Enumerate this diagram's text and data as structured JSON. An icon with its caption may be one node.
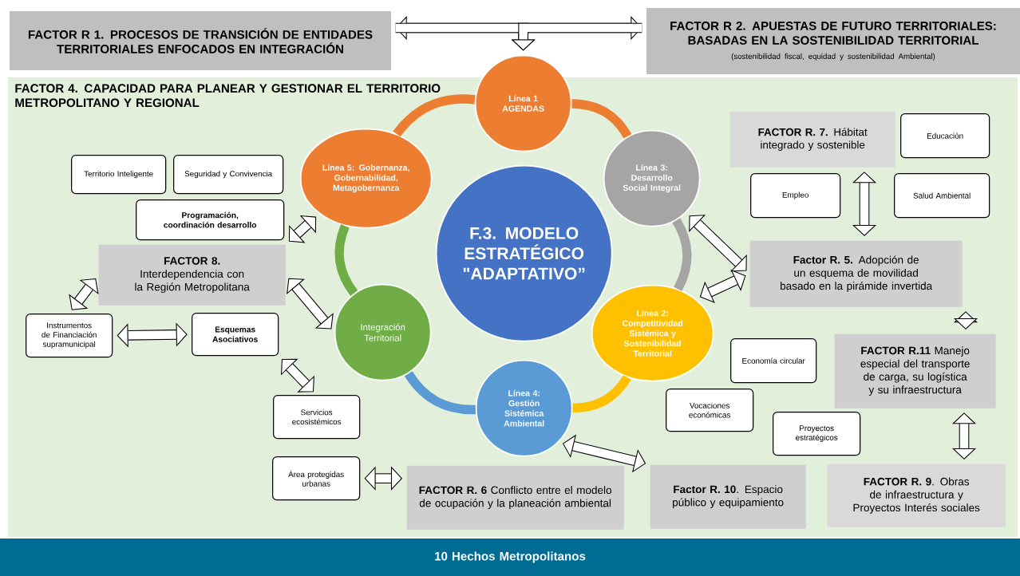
{
  "diagram": {
    "nodes": [
      {
        "text": [
          "FACTOR R 1. PROCESOS DE TRANSICIÓN DE ENTIDADES TERRITORIALES ENFOCADOS EN INTEGRACIÓN"
        ]
      },
      {
        "text": [
          "FACTOR R 2. APUESTAS DE FUTURO TERRITORIALES: BASADAS EN LA SOSTENIBILIDAD TERRITORIAL",
          "(sostenibilidad fiscal, equidad y sostenibilidad Ambiental)"
        ]
      },
      {
        "text": [
          "FACTOR 4. CAPACIDAD PARA PLANEAR Y GESTIONAR EL TERRITORIO METROPOLITANO Y REGIONAL"
        ]
      },
      {
        "text": [
          "Línea 1 AGENDAS"
        ],
        "in": 2
      },
      {
        "text": [
          "Línea 5: Gobernanza, Gobernabilidad, Metagobernanza"
        ],
        "in": 2
      },
      {
        "text": [
          "Línea 3: Desarrollo Social Integral"
        ],
        "in": 2
      },
      {
        "text": [
          "F.3. MODELO ESTRATÉGICO \"ADAPTATIVO”"
        ],
        "in": 2
      },
      {
        "text": [
          "Integración Territorial"
        ],
        "in": 2
      },
      {
        "text": [
          "Línea 2: Competitividad Sistémica y Sostenibilidad Territorial"
        ],
        "in": 2
      },
      {
        "text": [
          "Línea 4: Gestión Sistémica Ambiental"
        ],
        "in": 2
      },
      {
        "text": [
          "Territorio Inteligente"
        ],
        "in": 2
      },
      {
        "text": [
          "Seguridad y Convivencia"
        ],
        "in": 2
      },
      {
        "text": [
          "Programación, coordinación desarrollo"
        ],
        "in": 2
      },
      {
        "text": [
          "**FACTOR R. 7.** Hábitat integrado y sostenible"
        ],
        "in": 2
      },
      {
        "text": [
          "Educación"
        ],
        "in": 2
      },
      {
        "text": [
          "Empleo"
        ],
        "in": 2
      },
      {
        "text": [
          "Salud Ambiental"
        ],
        "in": 2
      },
      {
        "text": [
          "FACTOR 8.",
          "Interdependencia con la Región Metropolitana"
        ],
        "in": 2
      },
      {
        "text": [
          "**Factor R. 5.** Adopción de un esquema de movilidad basado en la pirámide invertida"
        ],
        "in": 2
      },
      {
        "text": [
          "Instrumentos de Financiación supramunicipal"
        ],
        "in": 2
      },
      {
        "text": [
          "Esquemas Asociativos"
        ],
        "in": 2
      },
      {
        "text": [
          "**FACTOR R.11** Manejo especial del transporte de carga, su logística y su infraestructura"
        ],
        "in": 2
      },
      {
        "text": [
          "Economía circular"
        ],
        "in": 2
      },
      {
        "text": [
          "Servicios ecosistémicos"
        ],
        "in": 2
      },
      {
        "text": [
          "Vocaciones económicas"
        ],
        "in": 2
      },
      {
        "text": [
          "Proyectos estratégicos"
        ],
        "in": 2
      },
      {
        "text": [
          "Área protegidas urbanas"
        ],
        "in": 2
      },
      {
        "text": [
          "**FACTOR R. 6** Conflicto entre el modelo de ocupación y la planeación ambiental"
        ],
        "in": 2
      },
      {
        "text": [
          "**Factor R. 10**. Espacio público y equipamiento"
        ],
        "in": 2
      },
      {
        "text": [
          "**FACTOR R. 9**. Obras de infraestructura y Proyectos Interés sociales"
        ],
        "in": 2
      },
      {
        "text": [
          "10 Hechos Metropolitanos"
        ]
      }
    ],
    "edges": [
      {
        "from": 0,
        "to": 1,
        "arrow": "both"
      },
      {
        "from": 0,
        "to": 3,
        "arrow": "to"
      },
      {
        "from": 1,
        "to": 3,
        "arrow": "to"
      },
      {
        "from": 3,
        "to": 5,
        "arrow": "none",
        "color": "#ed7d31"
      },
      {
        "from": 5,
        "to": 8,
        "arrow": "none",
        "color": "#a5a5a5"
      },
      {
        "from": 8,
        "to": 9,
        "arrow": "none",
        "color": "#ffc000"
      },
      {
        "from": 9,
        "to": 7,
        "arrow": "none",
        "color": "#5b9bd5"
      },
      {
        "from": 7,
        "to": 4,
        "arrow": "none",
        "color": "#70ad47"
      },
      {
        "from": 4,
        "to": 3,
        "arrow": "none",
        "color": "#ed7d31"
      },
      {
        "from": 17,
        "to": 4,
        "arrow": "both"
      },
      {
        "from": 17,
        "to": 7,
        "arrow": "both"
      },
      {
        "from": 19,
        "to": 17,
        "arrow": "both"
      },
      {
        "from": 19,
        "to": 20,
        "arrow": "both"
      },
      {
        "from": 20,
        "to": 23,
        "arrow": "both"
      },
      {
        "from": 26,
        "to": 27,
        "arrow": "both"
      },
      {
        "from": 5,
        "to": 18,
        "arrow": "both"
      },
      {
        "from": 8,
        "to": 18,
        "arrow": "both"
      },
      {
        "from": 13,
        "to": 18,
        "arrow": "both"
      },
      {
        "from": 18,
        "to": 21,
        "arrow": "both"
      },
      {
        "from": 21,
        "to": 29,
        "arrow": "both"
      },
      {
        "from": 9,
        "to": 28,
        "arrow": "both"
      }
    ]
  }
}
